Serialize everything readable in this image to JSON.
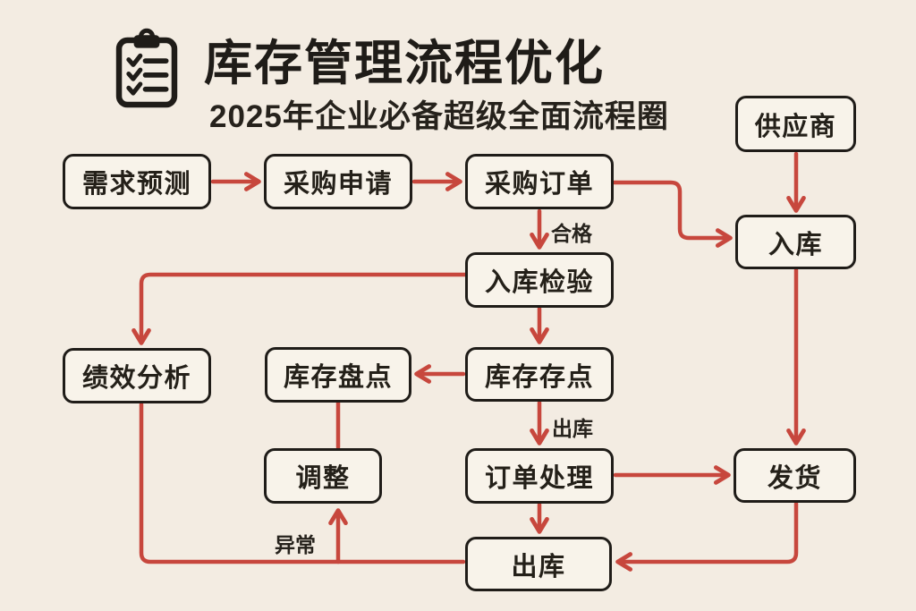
{
  "palette": {
    "background": "#f3ece2",
    "box_fill": "#f8f3ea",
    "box_border": "#1f1c18",
    "arrow_red": "#c7473d",
    "text": "#242019"
  },
  "header": {
    "icon": "clipboard-checklist-icon",
    "title": "库存管理流程优化",
    "subtitle": "2025年企业必备超级全面流程圈"
  },
  "nodes": [
    {
      "id": "demand-forecast",
      "label": "需求预测"
    },
    {
      "id": "purchase-request",
      "label": "采购申请"
    },
    {
      "id": "purchase-order",
      "label": "采购订单"
    },
    {
      "id": "supplier",
      "label": "供应商"
    },
    {
      "id": "inbound",
      "label": "入库"
    },
    {
      "id": "inbound-inspection",
      "label": "入库检验"
    },
    {
      "id": "performance-analysis",
      "label": "绩效分析"
    },
    {
      "id": "stock-count",
      "label": "库存盘点"
    },
    {
      "id": "stock-storage",
      "label": "库存存点"
    },
    {
      "id": "adjustment",
      "label": "调整"
    },
    {
      "id": "order-processing",
      "label": "订单处理"
    },
    {
      "id": "shipping",
      "label": "发货"
    },
    {
      "id": "outbound",
      "label": "出库"
    }
  ],
  "edge_labels": {
    "qualified": "合格",
    "outbound": "出库",
    "exception": "异常"
  }
}
